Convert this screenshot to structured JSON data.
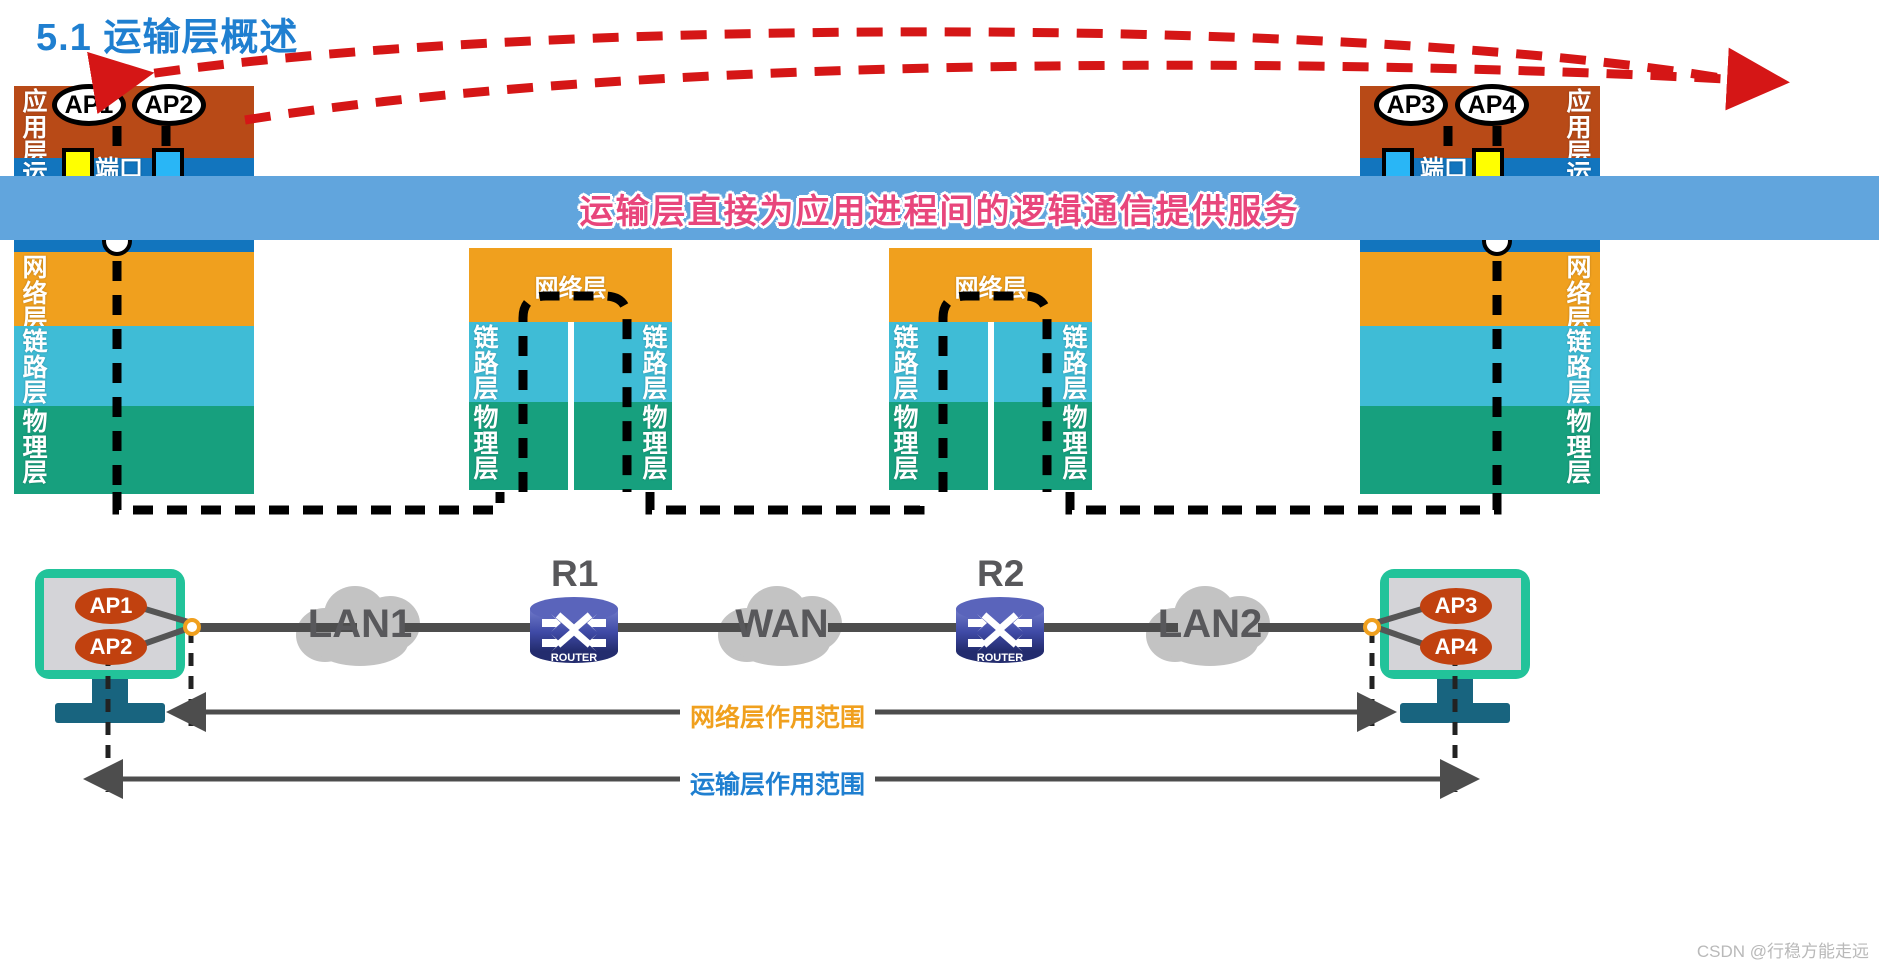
{
  "title": "5.1 运输层概述",
  "banner": {
    "text": "运输层直接为应用进程间的逻辑通信提供服务",
    "bg_color": "#61a5dd",
    "text_color": "#e8467c"
  },
  "layer_names": {
    "application": "应用层",
    "transport": "运输层",
    "network": "网络层",
    "link": "链路层",
    "physical": "物理层"
  },
  "layer_colors": {
    "application": "#b84a17",
    "transport": "#1275be",
    "network": "#f0a01e",
    "link": "#3fbcd6",
    "physical": "#17a07e"
  },
  "hosts": {
    "left": {
      "side_label_top": "应用层",
      "side_label_transport": "运输层",
      "side_label_network": "网络层",
      "side_label_link": "链路层",
      "side_label_physical": "物理层",
      "ap_first": "AP1",
      "ap_second": "AP2",
      "port_label": "端口",
      "port_left_color": "#ffff00",
      "port_right_color": "#29b6f6"
    },
    "right": {
      "side_label_top": "应用层",
      "side_label_transport": "运输层",
      "side_label_network": "网络层",
      "side_label_link": "链路层",
      "side_label_physical": "物理层",
      "ap_first": "AP3",
      "ap_second": "AP4",
      "port_label": "端口",
      "port_left_color": "#29b6f6",
      "port_right_color": "#ffff00"
    }
  },
  "routers_protocol": [
    {
      "network_label": "网络层",
      "left_link_label": "链路层",
      "left_phys_label": "物理层",
      "right_link_label": "链路层",
      "right_phys_label": "物理层"
    },
    {
      "network_label": "网络层",
      "left_link_label": "链路层",
      "left_phys_label": "物理层",
      "right_link_label": "链路层",
      "right_phys_label": "物理层"
    }
  ],
  "topology": {
    "left_pc": {
      "ap_top": "AP1",
      "ap_bottom": "AP2"
    },
    "right_pc": {
      "ap_top": "AP3",
      "ap_bottom": "AP4"
    },
    "clouds": [
      {
        "name": "LAN1"
      },
      {
        "name": "WAN"
      },
      {
        "name": "LAN2"
      }
    ],
    "routers": [
      {
        "name": "R1",
        "icon_caption": "ROUTER"
      },
      {
        "name": "R2",
        "icon_caption": "ROUTER"
      }
    ]
  },
  "ranges": {
    "network_scope": "网络层作用范围",
    "transport_scope": "运输层作用范围"
  },
  "watermark": "CSDN @行稳方能走远"
}
